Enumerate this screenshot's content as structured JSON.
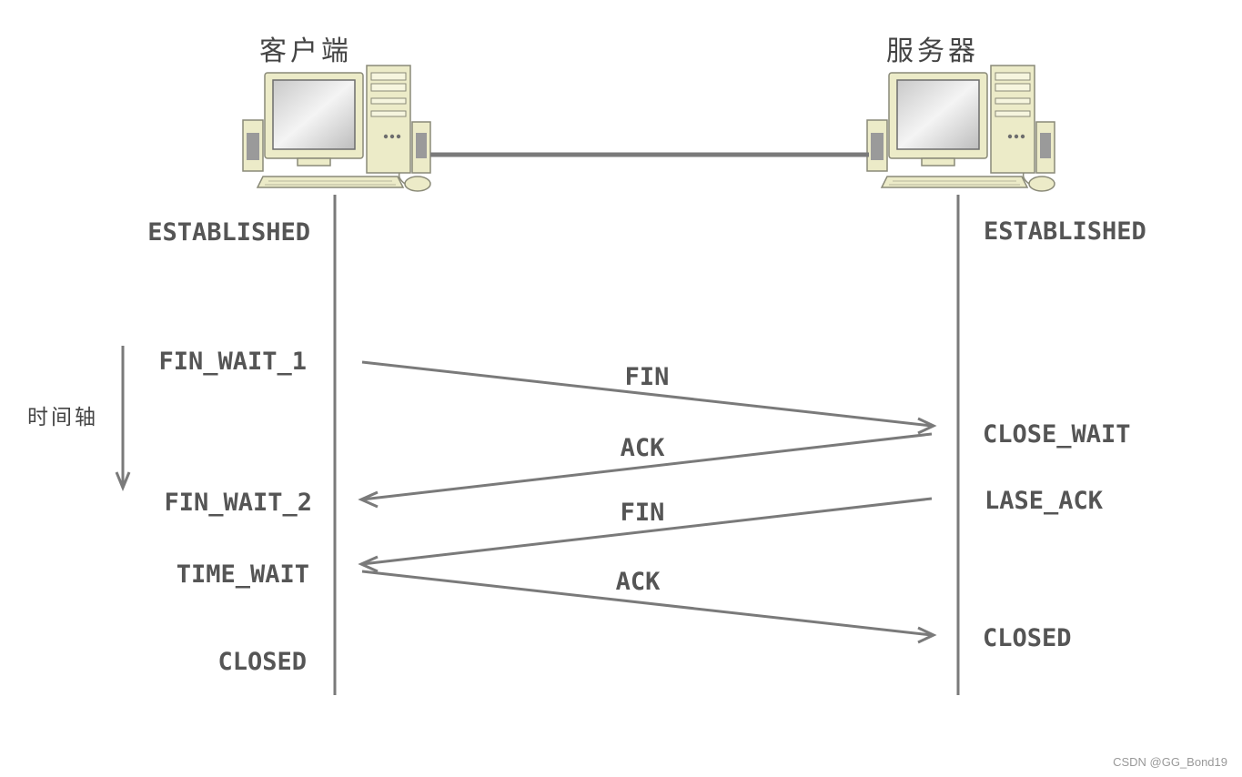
{
  "client": {
    "title": "客户端",
    "states": [
      "ESTABLISHED",
      "FIN_WAIT_1",
      "FIN_WAIT_2",
      "TIME_WAIT",
      "CLOSED"
    ]
  },
  "server": {
    "title": "服务器",
    "states": [
      "ESTABLISHED",
      "CLOSE_WAIT",
      "LASE_ACK",
      "CLOSED"
    ]
  },
  "timeline": {
    "label": "时间轴"
  },
  "messages": [
    {
      "label": "FIN",
      "from": "client",
      "to": "server"
    },
    {
      "label": "ACK",
      "from": "server",
      "to": "client"
    },
    {
      "label": "FIN",
      "from": "server",
      "to": "client"
    },
    {
      "label": "ACK",
      "from": "client",
      "to": "server"
    }
  ],
  "watermark": "CSDN @GG_Bond19",
  "colors": {
    "line": "#7a7a7a",
    "text": "#555555",
    "computer_body": "#ecebc8",
    "computer_outline": "#8a8a78",
    "screen": "#d8d8d8"
  }
}
